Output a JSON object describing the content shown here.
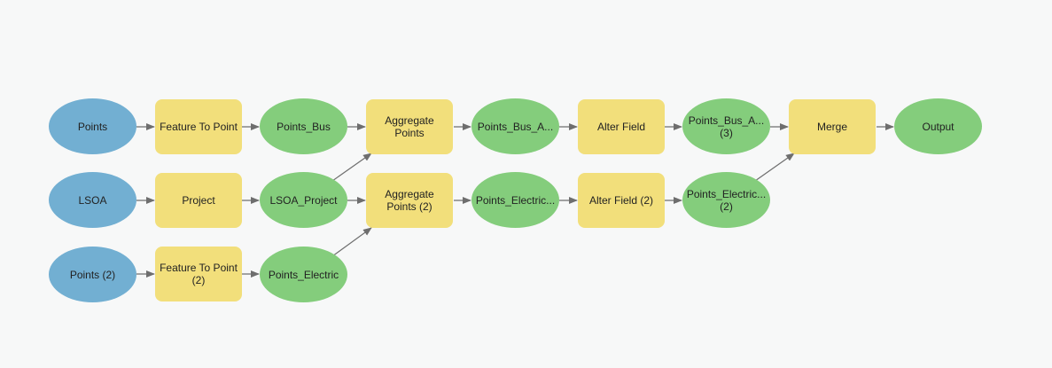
{
  "colors": {
    "background": "#f7f8f8",
    "input": "#72afd2",
    "tool": "#f2df7b",
    "derived": "#84cd7c",
    "connector": "#6e6e6e"
  },
  "nodes": {
    "points": "Points",
    "lsoa": "LSOA",
    "points_2": "Points (2)",
    "feature_to_point": "Feature To Point",
    "project": "Project",
    "feature_to_point_2": "Feature To Point\n(2)",
    "points_bus": "Points_Bus",
    "lsoa_project": "LSOA_Project",
    "points_electric": "Points_Electric",
    "aggregate_points": "Aggregate\nPoints",
    "aggregate_points_2": "Aggregate\nPoints (2)",
    "points_bus_a": "Points_Bus_A...",
    "points_electric_agg": "Points_Electric...",
    "alter_field": "Alter Field",
    "alter_field_2": "Alter Field (2)",
    "points_bus_a_3": "Points_Bus_A...\n(3)",
    "points_electric_2": "Points_Electric...\n(2)",
    "merge": "Merge",
    "output": "Output"
  }
}
